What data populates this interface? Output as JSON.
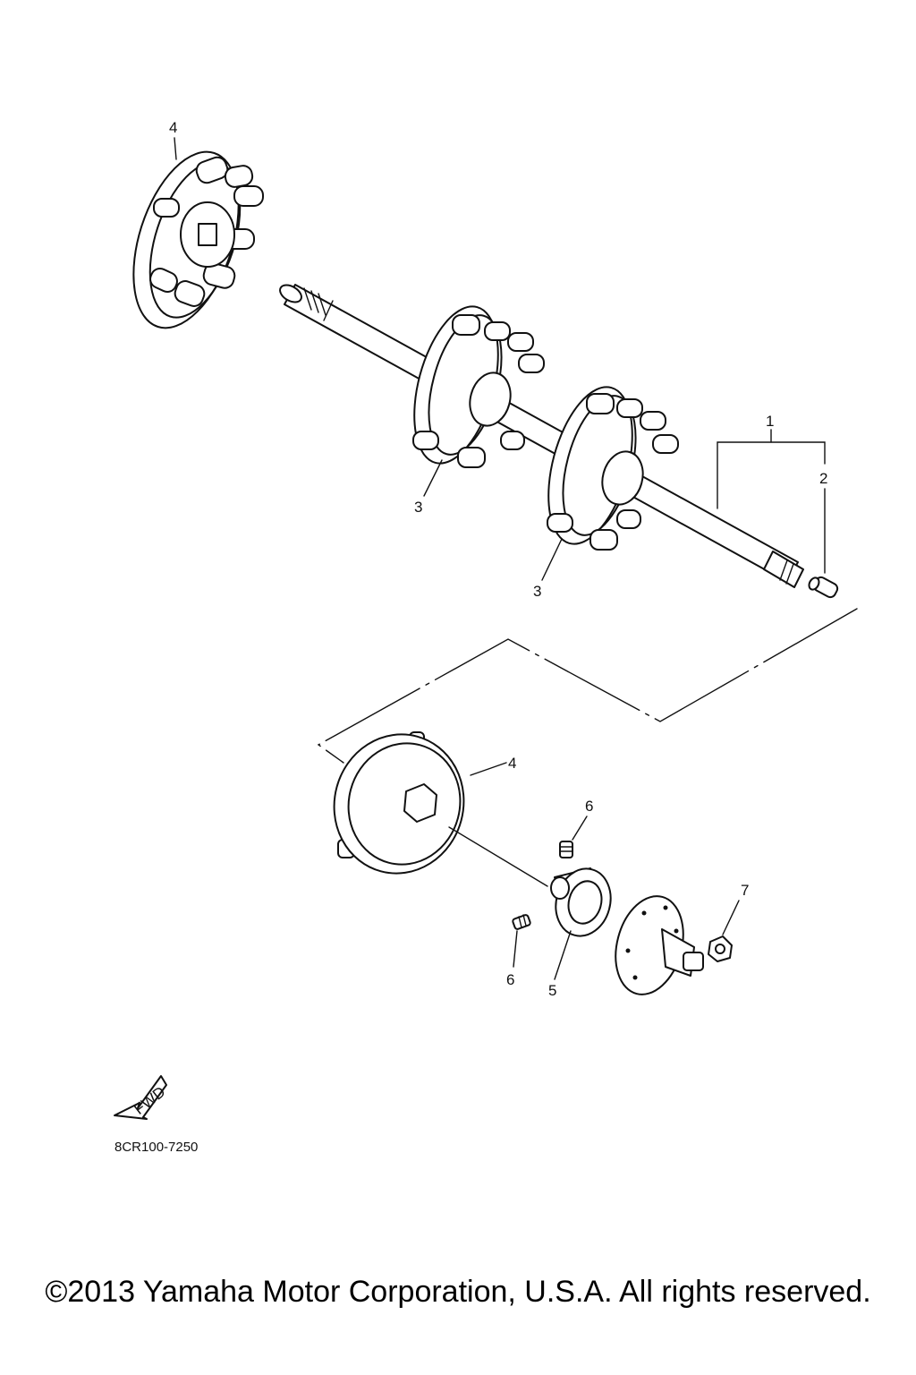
{
  "callouts": {
    "c1": "1",
    "c2": "2",
    "c3a": "3",
    "c3b": "3",
    "c4a": "4",
    "c4b": "4",
    "c5": "5",
    "c6a": "6",
    "c6b": "6",
    "c7": "7"
  },
  "fwd_label": "FWD",
  "diagram_code": "8CR100-7250",
  "copyright": "©2013 Yamaha Motor Corporation, U.S.A. All rights reserved.",
  "icons": [
    "fwd-arrow-icon"
  ]
}
